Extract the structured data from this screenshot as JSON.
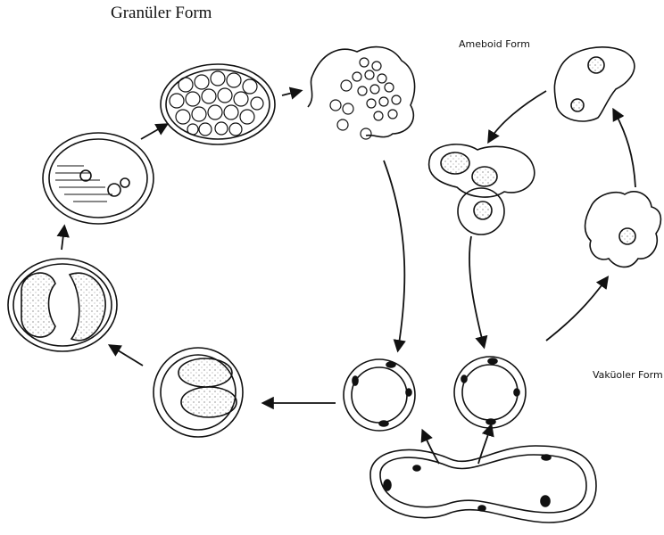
{
  "labels": {
    "granular": "Granüler Form",
    "ameboid": "Ameboid Form",
    "vacuolar": "Vaküoler Form"
  },
  "colors": {
    "ink": "#111111",
    "paper": "#ffffff",
    "stipple": "#444444"
  }
}
